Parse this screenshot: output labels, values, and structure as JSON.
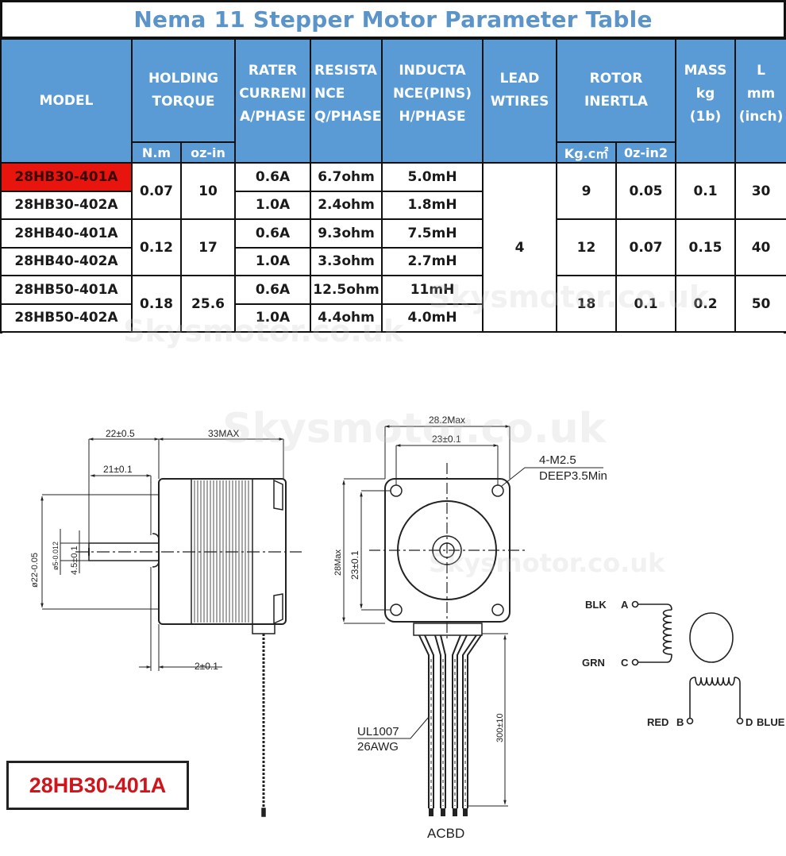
{
  "title": "Nema 11 Stepper Motor Parameter Table",
  "colors": {
    "title_text": "#5b94c9",
    "header_bg": "#5b9bd5",
    "header_text": "#ffffff",
    "highlight_row": "#e8150f",
    "model_label_text": "#d0141c",
    "grid": "#111111"
  },
  "table": {
    "headers": {
      "model": "MODEL",
      "holding_torque": [
        "HOLDING",
        "TORQUE"
      ],
      "rated_current": [
        "RATER",
        "CURRENI",
        "A/PHASE"
      ],
      "resistance": [
        "RESISTA",
        "NCE",
        "Q/PHASE"
      ],
      "inductance": [
        "INDUCTA",
        "NCE(PINS)",
        "H/PHASE"
      ],
      "lead_wires": [
        "LEAD",
        "WTIRES"
      ],
      "rotor_inertia": [
        "ROTOR",
        "INERTLA"
      ],
      "mass": [
        "MASS",
        "kg",
        "(1b)"
      ],
      "length": [
        "L",
        "mm",
        "(inch)"
      ]
    },
    "subheaders": {
      "torque_nm": "N.m",
      "torque_ozin": "oz-in",
      "inertia_kgcm": "Kg.c㎡",
      "inertia_ozin2": "0z-in2"
    },
    "rows": [
      {
        "model": "28HB30-401A",
        "current": "0.6A",
        "resistance": "6.7ohm",
        "inductance": "5.0mH",
        "highlighted": true
      },
      {
        "model": "28HB30-402A",
        "current": "1.0A",
        "resistance": "2.4ohm",
        "inductance": "1.8mH"
      },
      {
        "model": "28HB40-401A",
        "current": "0.6A",
        "resistance": "9.3ohm",
        "inductance": "7.5mH"
      },
      {
        "model": "28HB40-402A",
        "current": "1.0A",
        "resistance": "3.3ohm",
        "inductance": "2.7mH"
      },
      {
        "model": "28HB50-401A",
        "current": "0.6A",
        "resistance": "12.5ohm",
        "inductance": "11mH"
      },
      {
        "model": "28HB50-402A",
        "current": "1.0A",
        "resistance": "4.4ohm",
        "inductance": "4.0mH"
      }
    ],
    "groups": [
      {
        "torque_nm": "0.07",
        "torque_ozin": "10",
        "inertia_kgcm": "9",
        "inertia_ozin2": "0.05",
        "mass": "0.1",
        "length": "30"
      },
      {
        "torque_nm": "0.12",
        "torque_ozin": "17",
        "inertia_kgcm": "12",
        "inertia_ozin2": "0.07",
        "mass": "0.15",
        "length": "40"
      },
      {
        "torque_nm": "0.18",
        "torque_ozin": "25.6",
        "inertia_kgcm": "18",
        "inertia_ozin2": "0.1",
        "mass": "0.2",
        "length": "50"
      }
    ],
    "lead_wires": "4"
  },
  "drawing": {
    "side_view": {
      "dim_shaft_total": "22±0.5",
      "dim_body": "33MAX",
      "dim_shaft": "21±0.1",
      "dim_flange_dia": "ø22-0.05",
      "dim_shaft_dia": "ø5-0.012",
      "dim_flat": "4.5±0.1",
      "dim_boss": "2±0.1"
    },
    "front_view": {
      "dim_width_max": "28.2Max",
      "dim_hole_spacing_h": "23±0.1",
      "dim_height_max": "28Max",
      "dim_hole_spacing_v": "23±0.1",
      "hole_callout_1": "4-M2.5",
      "hole_callout_2": "DEEP3.5Min",
      "wire_spec_1": "UL1007",
      "wire_spec_2": "26AWG",
      "lead_length": "300±10",
      "lead_order": "ACBD"
    },
    "wiring": {
      "blk": "BLK",
      "a": "A",
      "grn": "GRN",
      "c": "C",
      "red": "RED",
      "b": "B",
      "d": "D",
      "blue": "BLUE"
    },
    "model_label": "28HB30-401A",
    "watermark": "Skysmotor.co.uk"
  }
}
